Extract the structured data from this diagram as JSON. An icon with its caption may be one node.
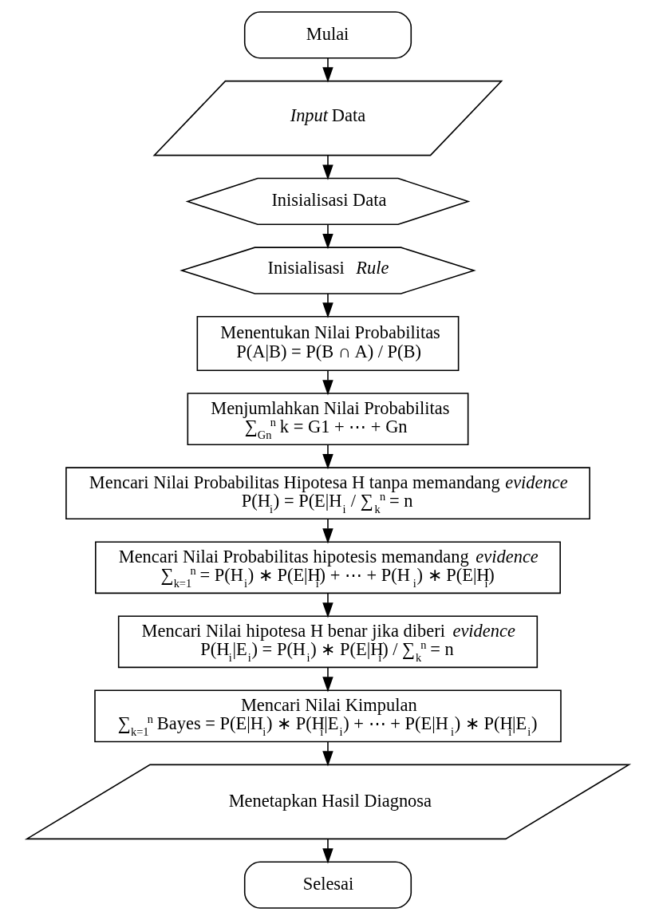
{
  "diagram": {
    "nodes": [
      {
        "text": [
          "Mulai"
        ]
      },
      {
        "text": [
          "*Input* Data"
        ]
      },
      {
        "text": [
          "Inisialisasi Data"
        ]
      },
      {
        "text": [
          "Inisialisasi *Rule*"
        ]
      },
      {
        "text": [
          "Menentukan Nilai Probabilitas",
          "P(A|B) = P(B ∩ A) / P(B)"
        ]
      },
      {
        "text": [
          "Menjumlahkan Nilai Probabilitas",
          "∑$_{Gn}$$^{n}$ k = G1 + ⋯ + Gn"
        ]
      },
      {
        "text": [
          "Mencari Nilai Probabilitas Hipotesa H tanpa memandang *evidence*",
          "P(H$_{i}$) = P(E|H$_{i}$ / ∑$_{k}$$^{n}$ = n"
        ]
      },
      {
        "text": [
          "Mencari Nilai Probabilitas hipotesis memandang *evidence*",
          "∑$_{k=1}$$^{n}$ = P(H$_{i}$) ∗ P(E|H$_{i}$) + ⋯ + P(H$_{i}$) ∗ P(E|H$_{i}$)"
        ]
      },
      {
        "text": [
          "Mencari Nilai hipotesa H benar jika diberi *evidence*",
          "P(H$_{i}$|E$_{i}$) = P(H$_{i}$) ∗ P(E|H$_{i}$) / ∑$_{k}$$^{n}$ = n"
        ]
      },
      {
        "text": [
          "Mencari Nilai Kimpulan",
          "∑$_{k=1}$$^{n}$ Bayes = P(E|H$_{i}$) ∗ P(H$_{i}$|E$_{i}$) + ⋯ + P(E|H$_{i}$) ∗ P(H$_{i}$|E$_{i}$)"
        ]
      },
      {
        "text": [
          "Menetapkan Hasil Diagnosa"
        ]
      },
      {
        "text": [
          "Selesai"
        ]
      }
    ],
    "edges": [
      {
        "from": 0,
        "to": 1,
        "arrow": "to"
      },
      {
        "from": 1,
        "to": 2,
        "arrow": "to"
      },
      {
        "from": 2,
        "to": 3,
        "arrow": "to"
      },
      {
        "from": 3,
        "to": 4,
        "arrow": "to"
      },
      {
        "from": 4,
        "to": 5,
        "arrow": "to"
      },
      {
        "from": 5,
        "to": 6,
        "arrow": "to"
      },
      {
        "from": 6,
        "to": 7,
        "arrow": "to"
      },
      {
        "from": 7,
        "to": 8,
        "arrow": "to"
      },
      {
        "from": 8,
        "to": 9,
        "arrow": "to"
      },
      {
        "from": 9,
        "to": 10,
        "arrow": "to"
      },
      {
        "from": 10,
        "to": 11,
        "arrow": "to"
      }
    ]
  }
}
